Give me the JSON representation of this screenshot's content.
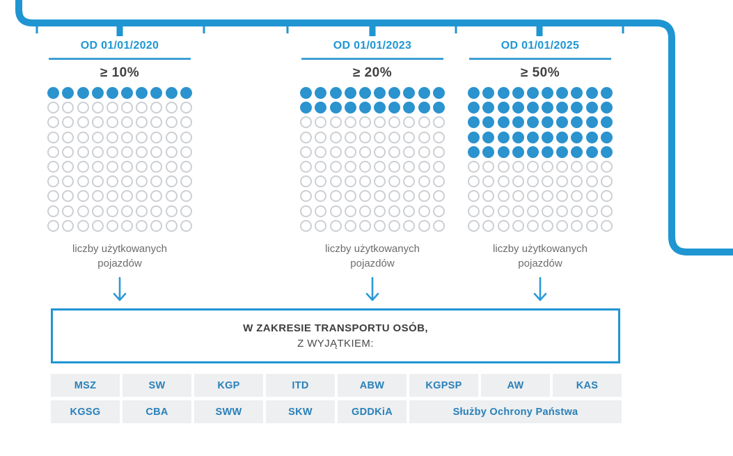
{
  "colors": {
    "accent_blue": "#1F95D2",
    "header_blue": "#1E96D3",
    "dot_blue": "#2B93CE",
    "empty_circle_gray": "#CCCFD3",
    "dark_text": "#414042",
    "caption_gray": "#6B6C6E",
    "cell_background": "#EDEFF1",
    "cell_text_blue": "#2980B9"
  },
  "columns": [
    {
      "date": "OD 01/01/2020",
      "threshold": "≥ 10%",
      "pictogram": {
        "total_dots": 100,
        "filled_dots": 10,
        "dots_per_row": 10
      },
      "caption": "liczby użytkowanych pojazdów"
    },
    {
      "date": "OD 01/01/2023",
      "threshold": "≥ 20%",
      "pictogram": {
        "total_dots": 100,
        "filled_dots": 20,
        "dots_per_row": 10
      },
      "caption": "liczby użytkowanych pojazdów"
    },
    {
      "date": "OD 01/01/2025",
      "threshold": "≥ 50%",
      "pictogram": {
        "total_dots": 100,
        "filled_dots": 50,
        "dots_per_row": 10
      },
      "caption": "liczby użytkowanych pojazdów"
    }
  ],
  "scope_box": {
    "line1": "W ZAKRESIE TRANSPORTU OSÓB,",
    "line2": "Z WYJĄTKIEM:"
  },
  "exceptions": {
    "row1": [
      "MSZ",
      "SW",
      "KGP",
      "ITD",
      "ABW",
      "KGPSP",
      "AW",
      "KAS"
    ],
    "row2": [
      "KGSG",
      "CBA",
      "SWW",
      "SKW",
      "GDDKiA"
    ],
    "row2_wide": "Służby Ochrony Państwa"
  }
}
